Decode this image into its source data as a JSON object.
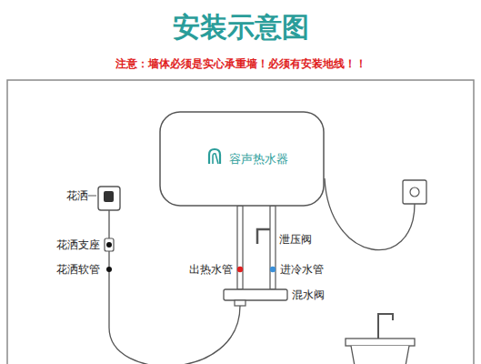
{
  "diagram": {
    "title": "安装示意图",
    "nodes": [
      {
        "text": [
          "容声热水器"
        ]
      }
    ],
    "labels": [
      "注意：墙体必须是实心承重墙！必须有安装地线！！",
      "花洒",
      "花洒支座",
      "花洒软管",
      "出热水管",
      "泄压阀",
      "进冷水管",
      "混水阀"
    ]
  }
}
